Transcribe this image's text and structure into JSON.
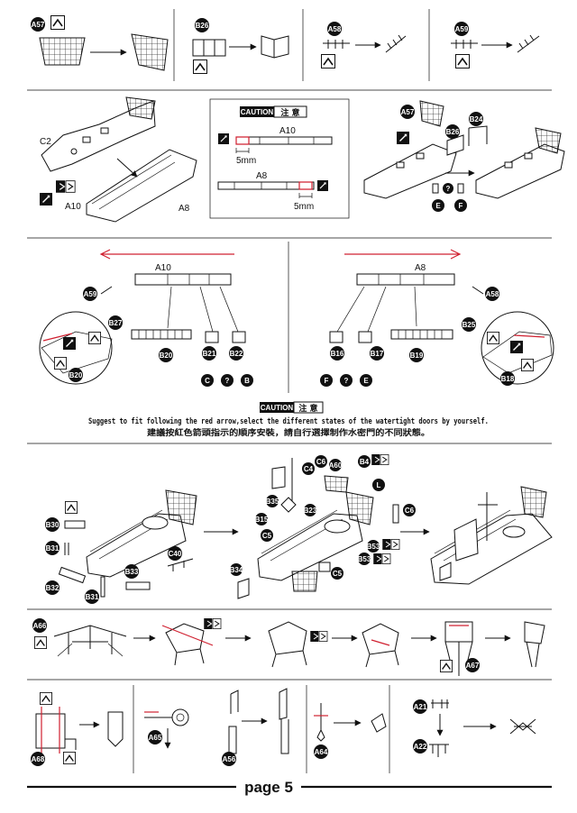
{
  "page": {
    "label": "page 5"
  },
  "row1": {
    "steps": [
      "A57",
      "B26",
      "A58",
      "A59"
    ]
  },
  "row2": {
    "left_labels": {
      "hull": "C2",
      "rail": "A10",
      "deck": "A8"
    },
    "caution": {
      "title_en": "CAUTION",
      "title_cn": "注 意",
      "a10": "A10",
      "a8": "A8",
      "dim1": "5mm",
      "dim2": "5mm"
    },
    "right_labels": {
      "a57": "A57",
      "b26": "B26",
      "b24": "B24",
      "e": "E",
      "f": "F"
    }
  },
  "row3": {
    "left": {
      "bar": "A10",
      "parts": [
        "A59",
        "B27",
        "B20",
        "B20",
        "B21",
        "B22"
      ],
      "options": [
        "C",
        "?",
        "B"
      ]
    },
    "right": {
      "bar": "A8",
      "parts": [
        "A58",
        "B25",
        "B16",
        "B17",
        "B19",
        "B18"
      ],
      "options": [
        "F",
        "?",
        "E"
      ]
    },
    "notice": {
      "title_en": "CAUTION",
      "title_cn": "注 意",
      "line_en": "Suggest to fit following the red arrow,select the different states of the watertight doors by yourself.",
      "line_cn": "建議按紅色箭頭指示的順序安裝，請自行選擇制作水密門的不同狀態。"
    }
  },
  "row4": {
    "left_parts": [
      "B30",
      "B31",
      "B32",
      "B31",
      "B33",
      "C40"
    ],
    "mid_parts": [
      "C4",
      "C6",
      "A60",
      "B4",
      "L",
      "B35",
      "B23",
      "B15",
      "C5",
      "C6",
      "B34",
      "C5",
      "B53",
      "B53"
    ]
  },
  "row5": {
    "parts": [
      "A66",
      "A67"
    ]
  },
  "row6": {
    "parts": [
      "A68",
      "A65",
      "A56",
      "A64",
      "A21",
      "A22"
    ]
  }
}
